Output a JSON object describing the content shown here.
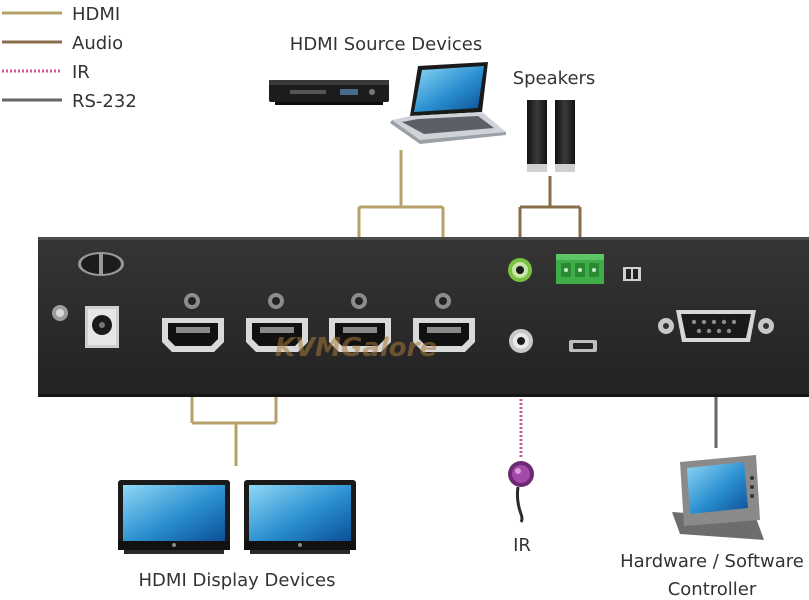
{
  "legend": {
    "items": [
      {
        "label": "HDMI",
        "color": "#b8a06a",
        "style": "solid"
      },
      {
        "label": "Audio",
        "color": "#8a6e4b",
        "style": "solid"
      },
      {
        "label": "IR",
        "color": "#d1559a",
        "style": "dotted"
      },
      {
        "label": "RS-232",
        "color": "#666666",
        "style": "solid"
      }
    ]
  },
  "labels": {
    "sources": "HDMI Source Devices",
    "speakers": "Speakers",
    "displays": "HDMI Display Devices",
    "ir": "IR",
    "controller_line1": "Hardware / Software",
    "controller_line2": "Controller"
  },
  "watermark": "KVMGalore",
  "colors": {
    "panel": "#2b2b2b",
    "panel_edge": "#1a1a1a",
    "hdmi_line": "#b8a06a",
    "audio_line": "#8a6e4b",
    "ir_line": "#d1559a",
    "rs232_line": "#666666",
    "terminal_green": "#3fae49",
    "audio_jack_green": "#7cc242"
  }
}
